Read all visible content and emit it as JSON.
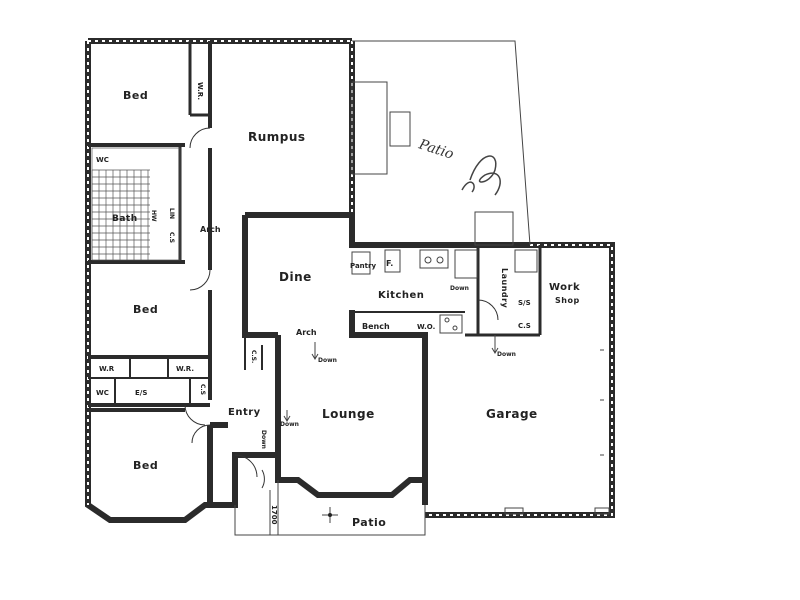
{
  "rooms": {
    "bed1": "Bed",
    "bed2": "Bed",
    "bed3": "Bed",
    "rumpus": "Rumpus",
    "bath": "Bath",
    "arch1": "Arch",
    "arch2": "Arch",
    "dine": "Dine",
    "kitchen": "Kitchen",
    "pantry": "Pantry",
    "fridge": "F.",
    "bench": "Bench",
    "wo": "W.O.",
    "laundry": "Laundry",
    "workshop_line1": "Work",
    "workshop_line2": "Shop",
    "lounge": "Lounge",
    "garage": "Garage",
    "entry": "Entry",
    "patio_front": "Patio",
    "patio_rear": "Patio"
  },
  "fixtures": {
    "wr_top": "W.R.",
    "wr_left": "W.R",
    "wr_right": "W.R.",
    "wc_top": "WC",
    "wc_mid": "WC",
    "es": "E/S",
    "cs1": "C.S",
    "cs2": "C.S.",
    "cs3": "C.S",
    "hw": "HW",
    "lin": "LIN",
    "ss": "S/S",
    "cs_laundry": "C.S",
    "down1": "Down",
    "down2": "Down",
    "down3": "Down",
    "down4": "Down",
    "down_entry": "Down",
    "dim_1700": "1700"
  }
}
